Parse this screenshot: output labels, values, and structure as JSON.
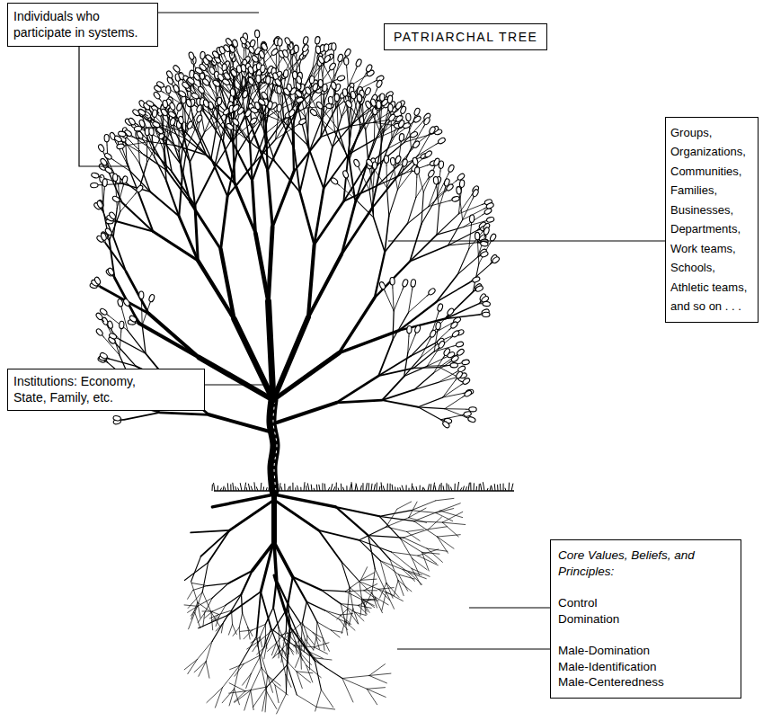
{
  "diagram": {
    "title": "PATRIARCHAL TREE",
    "nodes": [
      {
        "text": [
          "Individuals who participate in systems."
        ]
      },
      {
        "text": [
          "Groups, Organizations, Communities, Families, Businesses, Departments, Work teams, Schools, Athletic teams, and so on . . ."
        ]
      },
      {
        "text": [
          "Institutions: Economy, State, Family, etc."
        ]
      },
      {
        "text": [
          "Core Values, Beliefs, and Principles:",
          "Control Domination",
          "Male-Domination Male-Identification Male-Centeredness"
        ]
      }
    ]
  }
}
